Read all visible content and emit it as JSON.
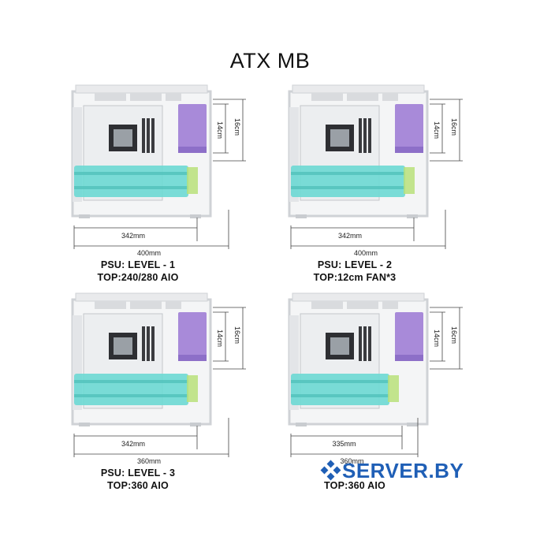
{
  "title": "ATX MB",
  "panels": [
    {
      "psu": "PSU: LEVEL - 1",
      "top": "TOP:240/280 AIO",
      "inner_width": "342mm",
      "outer_width": "400mm",
      "dim_a": "14cm",
      "dim_b": "16cm"
    },
    {
      "psu": "PSU: LEVEL - 2",
      "top": "TOP:12cm FAN*3",
      "inner_width": "342mm",
      "outer_width": "400mm",
      "dim_a": "14cm",
      "dim_b": "16cm"
    },
    {
      "psu": "PSU: LEVEL - 3",
      "top": "TOP:360 AIO",
      "inner_width": "342mm",
      "outer_width": "360mm",
      "dim_a": "14cm",
      "dim_b": "16cm"
    },
    {
      "psu": "",
      "top": "TOP:360 AIO",
      "inner_width": "335mm",
      "outer_width": "360mm",
      "dim_a": "14cm",
      "dim_b": "16cm"
    }
  ],
  "watermark": "SERVER.BY",
  "colors": {
    "gpu": "#6fd9d4",
    "psu": "#a88ad9",
    "frame": "#cfd2d6",
    "dimension": "#444444"
  }
}
